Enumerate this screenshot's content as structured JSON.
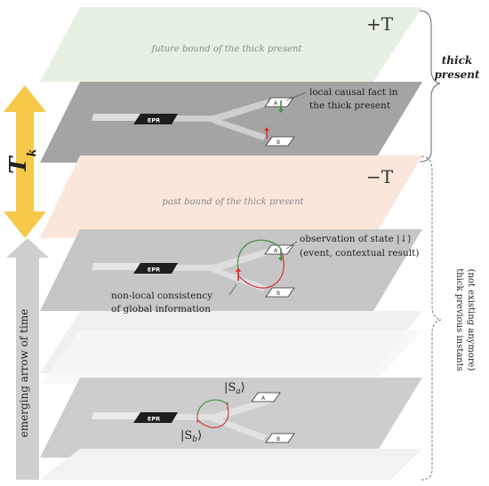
{
  "planes": {
    "future_bound": "future bound of the thick present",
    "past_bound": "past bound of the thick present",
    "plus_t": "+T",
    "minus_t": "−T"
  },
  "braces": {
    "thick_present_line1": "thick",
    "thick_present_line2": "present",
    "previous_line1": "thick previous instants",
    "previous_line2": "(not existing anymore)"
  },
  "arrows": {
    "tk_label": "T",
    "tk_sub": "k",
    "time_arrow": "emerging arrow of time"
  },
  "top_plane": {
    "source": "EPR",
    "node_a": "A",
    "node_b": "B",
    "annotation_line1": "local causal fact in",
    "annotation_line2": "the thick present"
  },
  "middle_plane": {
    "source": "EPR",
    "node_a": "A",
    "node_b": "B",
    "observation_line1": "observation of state |↓⟩",
    "observation_line2": "(event, contextual result)",
    "nonlocal_line1": "non-local consistency",
    "nonlocal_line2": "of global information"
  },
  "bottom_plane": {
    "source": "EPR",
    "node_a": "A",
    "node_b": "B",
    "state_a": "|S",
    "state_a_sub": "a",
    "state_b": "|S",
    "state_b_sub": "b",
    "ket_close": "⟩"
  },
  "colors": {
    "future_plane": "#e6f1e3",
    "past_plane": "#fbe6db",
    "plane_dark": "#a9a9a9",
    "plane_mid": "#c4c4c4",
    "plane_light": "#ececec",
    "tk_arrow": "#f7c94a",
    "time_arrow": "#cfcfcf",
    "red_marker": "#e03030",
    "green_marker": "#3f8f3f"
  }
}
